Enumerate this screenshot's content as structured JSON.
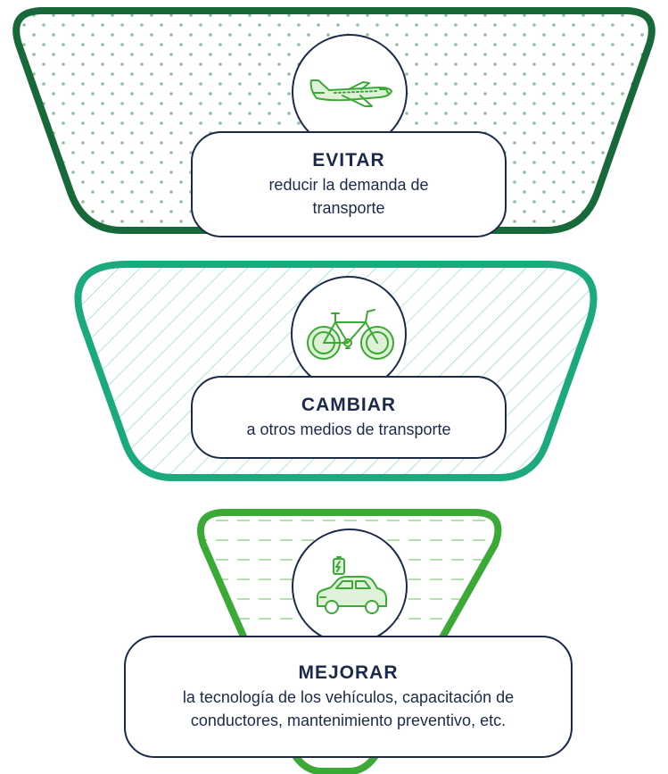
{
  "stages": [
    {
      "title": "EVITAR",
      "description": "reducir la demanda de transporte",
      "icon": "airplane-icon",
      "pattern": "dots",
      "color": "#17693a"
    },
    {
      "title": "CAMBIAR",
      "description": "a otros medios de transporte",
      "icon": "bicycle-icon",
      "pattern": "diagonal-lines",
      "color": "#1aaa7e"
    },
    {
      "title": "MEJORAR",
      "description": "la tecnología de los vehículos, capacitación de conductores, mantenimiento preventivo, etc.",
      "icon": "electric-car-icon",
      "pattern": "dashed-lines",
      "color": "#3aa935"
    }
  ],
  "colors": {
    "text": "#1b2a4a",
    "icon_green": "#3aa935",
    "icon_fill": "#dff1d9"
  }
}
